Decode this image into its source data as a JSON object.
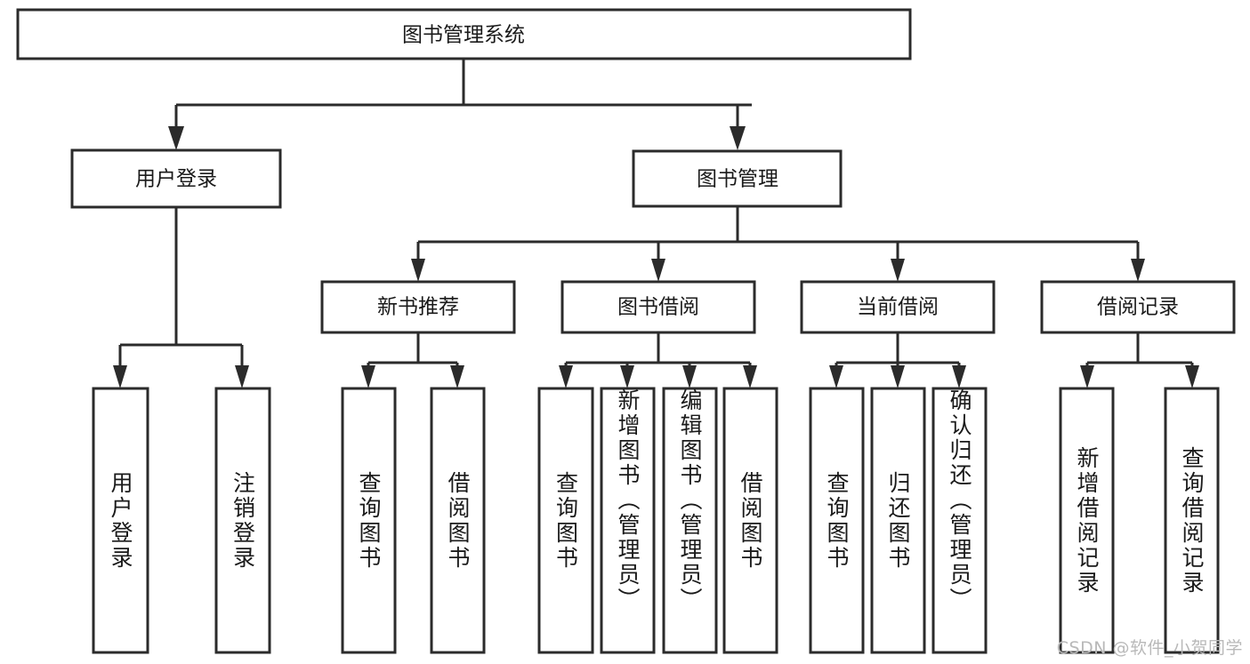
{
  "diagram": {
    "type": "tree-hierarchy",
    "orientation": "top-down",
    "root": {
      "id": "root",
      "label": "图书管理系统"
    },
    "level2": [
      {
        "id": "user-login",
        "label": "用户登录"
      },
      {
        "id": "book-manage",
        "label": "图书管理"
      }
    ],
    "level3": [
      {
        "id": "new-book-rec",
        "label": "新书推荐",
        "parent": "book-manage"
      },
      {
        "id": "book-borrow",
        "label": "图书借阅",
        "parent": "book-manage"
      },
      {
        "id": "current-borrow",
        "label": "当前借阅",
        "parent": "book-manage"
      },
      {
        "id": "borrow-record",
        "label": "借阅记录",
        "parent": "book-manage"
      }
    ],
    "leaves": [
      {
        "id": "leaf-user-login",
        "label": "用户登录",
        "parent": "user-login"
      },
      {
        "id": "leaf-logout",
        "label": "注销登录",
        "parent": "user-login"
      },
      {
        "id": "leaf-query-book-1",
        "label": "查询图书",
        "parent": "new-book-rec"
      },
      {
        "id": "leaf-borrow-book-1",
        "label": "借阅图书",
        "parent": "new-book-rec"
      },
      {
        "id": "leaf-query-book-2",
        "label": "查询图书",
        "parent": "book-borrow"
      },
      {
        "id": "leaf-add-book",
        "label": "新增图书（管理员）",
        "parent": "book-borrow"
      },
      {
        "id": "leaf-edit-book",
        "label": "编辑图书（管理员）",
        "parent": "book-borrow"
      },
      {
        "id": "leaf-borrow-book-2",
        "label": "借阅图书",
        "parent": "book-borrow"
      },
      {
        "id": "leaf-query-book-3",
        "label": "查询图书",
        "parent": "current-borrow"
      },
      {
        "id": "leaf-return-book",
        "label": "归还图书",
        "parent": "current-borrow"
      },
      {
        "id": "leaf-confirm-return",
        "label": "确认归还（管理员）",
        "parent": "current-borrow"
      },
      {
        "id": "leaf-add-record",
        "label": "新增借阅记录",
        "parent": "borrow-record"
      },
      {
        "id": "leaf-query-record",
        "label": "查询借阅记录",
        "parent": "borrow-record"
      }
    ]
  },
  "colors": {
    "box_stroke": "#2b2b2b",
    "box_fill": "#ffffff",
    "text": "#1a1a1a",
    "connector": "#2b2b2b",
    "watermark": "#b9b9b9",
    "background": "#ffffff"
  },
  "watermark": {
    "text": "CSDN @软件_小贺同学"
  }
}
